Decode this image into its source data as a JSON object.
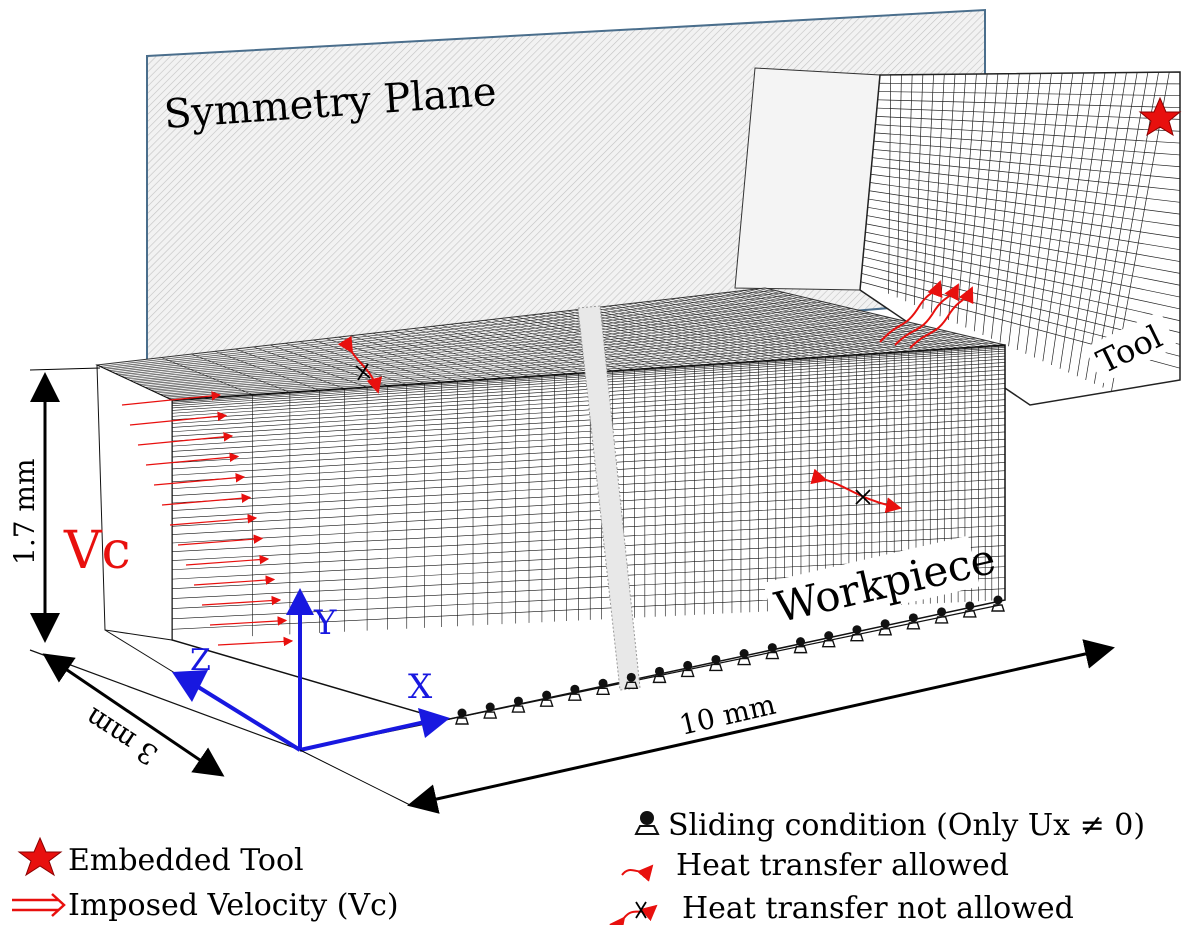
{
  "labels": {
    "symmetry_plane": "Symmetry Plane",
    "tool": "Tool",
    "workpiece": "Workpiece",
    "vc": "Vc",
    "axis_x": "X",
    "axis_y": "Y",
    "axis_z": "Z"
  },
  "dimensions": {
    "height": "1.7 mm",
    "depth": "3 mm",
    "length": "10 mm"
  },
  "legend": {
    "embedded_tool": "Embedded Tool",
    "imposed_velocity": "Imposed Velocity (Vc)",
    "sliding_condition": "Sliding condition (Only Ux ≠ 0)",
    "heat_allowed": "Heat transfer allowed",
    "heat_not_allowed": "Heat transfer not allowed"
  },
  "colors": {
    "accent_red": "#e8100e",
    "axis_blue": "#1818e0",
    "plane_border": "#4a6e8c",
    "mesh": "#111111"
  }
}
